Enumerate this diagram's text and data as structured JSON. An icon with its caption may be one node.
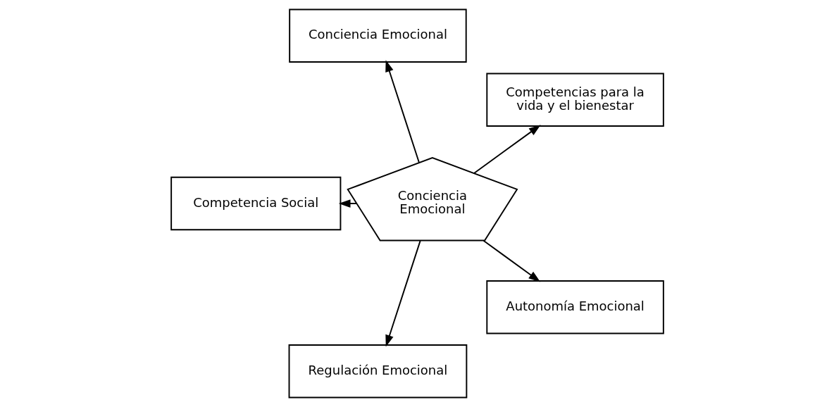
{
  "diagram": {
    "nodes": [
      {
        "text": [
          "Competencias para la vida y el bienestar"
        ]
      },
      {
        "text": [
          "Conciencia Emocional"
        ]
      },
      {
        "text": [
          "Conciencia Emocional"
        ]
      },
      {
        "text": [
          "Competencia Social"
        ]
      },
      {
        "text": [
          "Regulación Emocional"
        ]
      },
      {
        "text": [
          "Autonomía Emocional"
        ]
      }
    ],
    "edges": [
      {
        "from": 2,
        "to": 0,
        "arrow": "to"
      },
      {
        "from": 2,
        "to": 1,
        "arrow": "to"
      },
      {
        "from": 2,
        "to": 3,
        "arrow": "to"
      },
      {
        "from": 2,
        "to": 4,
        "arrow": "to"
      },
      {
        "from": 2,
        "to": 5,
        "arrow": "to"
      }
    ]
  }
}
